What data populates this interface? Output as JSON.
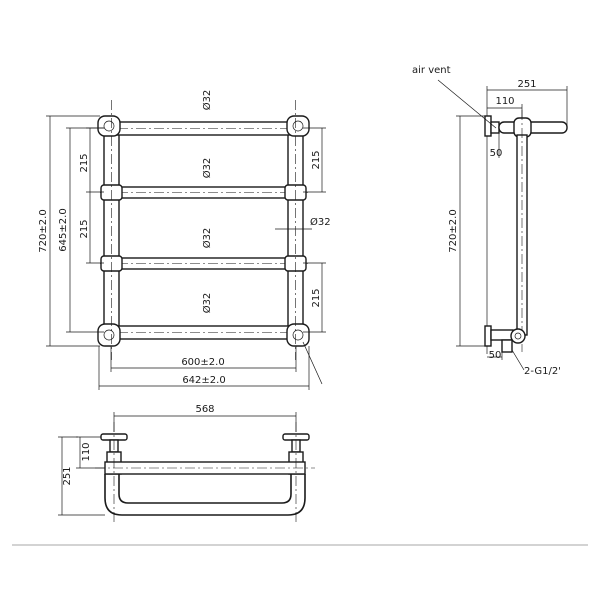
{
  "front_view": {
    "rail_diameters": [
      "Ø32",
      "Ø32",
      "Ø32",
      "Ø32"
    ],
    "leg_diameter": "Ø32",
    "total_height": "720±2.0",
    "rail_span": "645±2.0",
    "left_spacings": [
      "215",
      "215"
    ],
    "right_spacings": [
      "215",
      "215"
    ],
    "inner_width": "600±2.0",
    "outer_width": "642±2.0"
  },
  "side_view": {
    "air_vent_label": "air vent",
    "depth": "251",
    "bracket_offset": "110",
    "top_wall_offset": "50",
    "bottom_wall_offset": "50",
    "height": "720±2.0",
    "connection_label": "2-G1/2'"
  },
  "top_view": {
    "width": "568",
    "bracket_depth": "110",
    "total_depth": "251"
  }
}
